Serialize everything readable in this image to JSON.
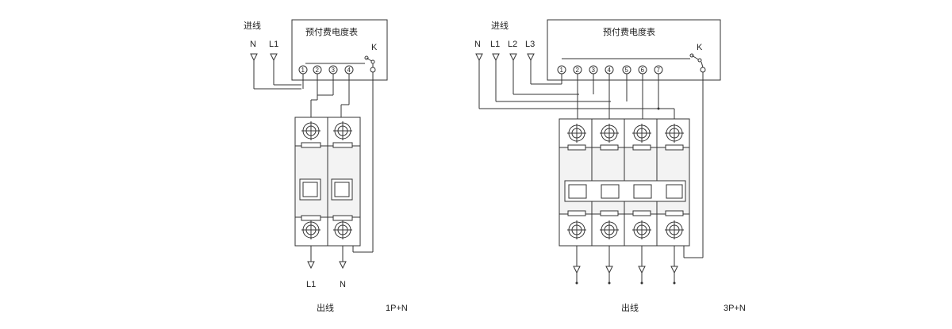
{
  "left": {
    "incoming_label": "进线",
    "inputs": [
      "N",
      "L1"
    ],
    "meter_title": "预付费电度表",
    "switch_label": "K",
    "terminals": [
      "1",
      "2",
      "3",
      "4"
    ],
    "outputs": [
      "L1",
      "N"
    ],
    "outgoing_label": "出线",
    "config_label": "1P+N"
  },
  "right": {
    "incoming_label": "进线",
    "inputs": [
      "N",
      "L1",
      "L2",
      "L3"
    ],
    "meter_title": "预付费电度表",
    "switch_label": "K",
    "terminals": [
      "1",
      "2",
      "3",
      "4",
      "5",
      "6",
      "7"
    ],
    "outgoing_label": "出线",
    "config_label": "3P+N"
  }
}
